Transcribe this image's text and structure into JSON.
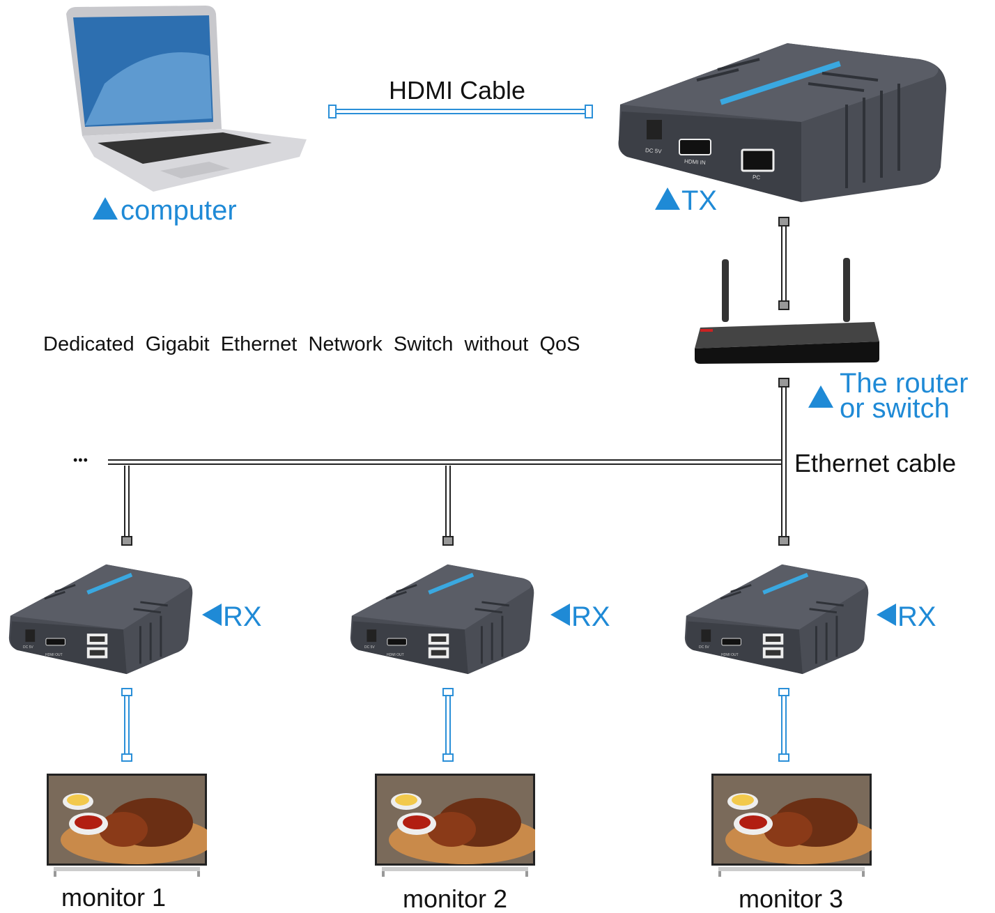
{
  "computer": {
    "label": "computer"
  },
  "hdmi_cable": {
    "label": "HDMI Cable"
  },
  "tx": {
    "label": "TX",
    "ports": [
      "DC 5V",
      "HDMI IN",
      "PC"
    ]
  },
  "network_note": "Dedicated  Gigabit  Ethernet  Network  Switch  without  QoS",
  "router": {
    "label_line1": "The router",
    "label_line2": "or switch"
  },
  "ethernet_cable": {
    "label": "Ethernet cable"
  },
  "ellipsis": "•••",
  "receivers": [
    {
      "label": "RX",
      "ports": [
        "DC 5V",
        "HDMI OUT"
      ]
    },
    {
      "label": "RX",
      "ports": [
        "DC 5V",
        "HDMI OUT"
      ]
    },
    {
      "label": "RX",
      "ports": [
        "DC 5V",
        "HDMI OUT"
      ]
    }
  ],
  "monitors": [
    {
      "label": "monitor 1"
    },
    {
      "label": "monitor 2"
    },
    {
      "label": "monitor 3"
    }
  ],
  "colors": {
    "accent": "#1f8ad6",
    "device": "#4a4d55",
    "cable_hdmi": "#2a8fd8",
    "cable_ethernet": "#222222"
  }
}
